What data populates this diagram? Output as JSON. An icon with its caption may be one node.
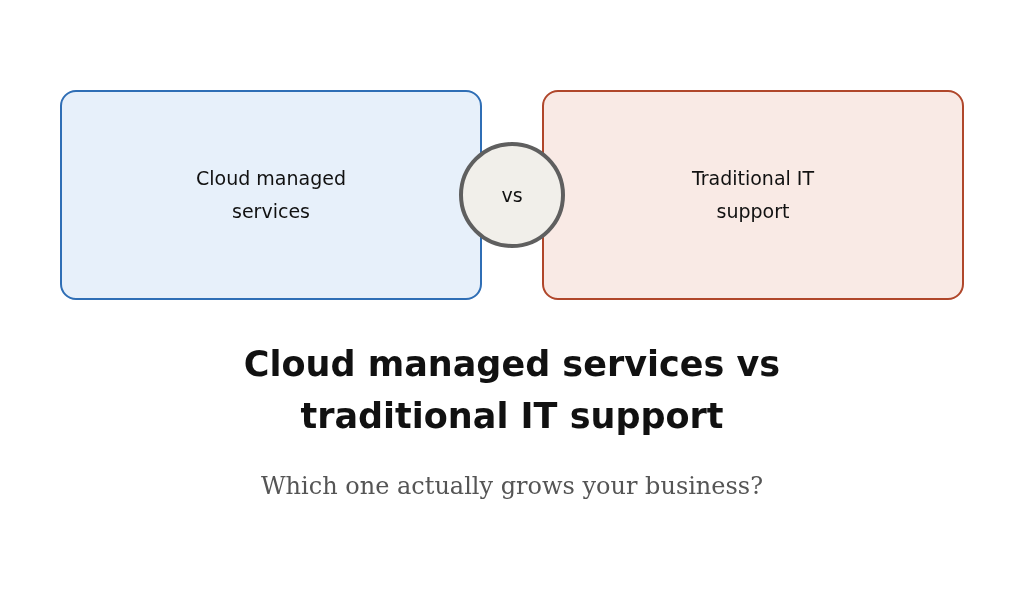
{
  "diagram": {
    "title": "Cloud managed services vs traditional IT support",
    "caption": "Which one actually grows your business?",
    "nodes": [
      {
        "text": [
          "Cloud managed services"
        ]
      },
      {
        "text": [
          "vs"
        ]
      },
      {
        "text": [
          "Traditional IT support"
        ]
      }
    ]
  }
}
